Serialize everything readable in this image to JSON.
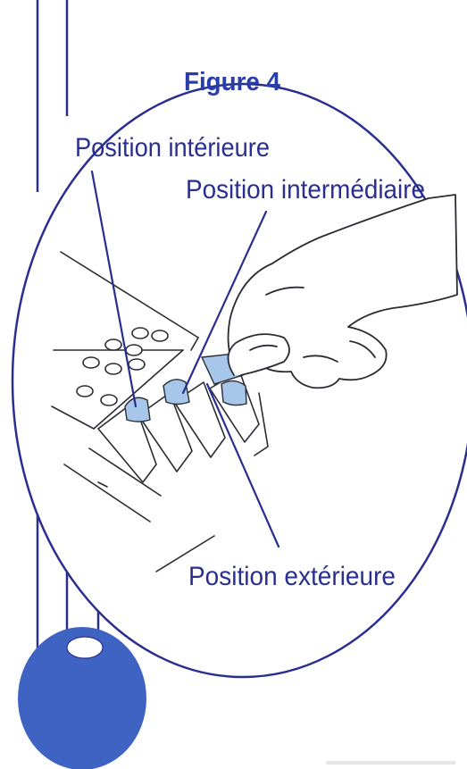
{
  "figure": {
    "title": "Figure 4",
    "labels": {
      "inner": "Position intérieure",
      "middle": "Position intermédiaire",
      "outer": "Position extérieure"
    }
  },
  "colors": {
    "ink": "#2a2f8f",
    "title": "#2a3ea8",
    "highlight": "#a7c7ea",
    "ball": "#3f63c2",
    "ball_shine": "#ffffff",
    "sketch": "#2b2b33"
  }
}
